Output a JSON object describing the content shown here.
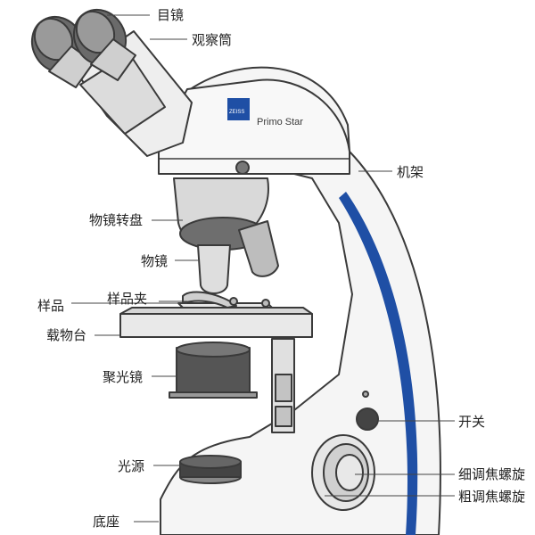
{
  "brand": {
    "logo_text": "ZEISS",
    "model": "Primo Star"
  },
  "labels": {
    "eyepiece": "目镜",
    "tube": "观察筒",
    "frame": "机架",
    "nosepiece": "物镜转盘",
    "objective": "物镜",
    "specimen": "样品",
    "clip": "样品夹",
    "stage": "载物台",
    "condenser": "聚光镜",
    "switch": "开关",
    "fine_focus": "细调焦螺旋",
    "coarse_focus": "粗调焦螺旋",
    "light": "光源",
    "base": "底座"
  },
  "colors": {
    "accent_stripe": "#1f4fa5",
    "outline": "#3a3a3a",
    "body": "#f4f4f4",
    "shade": "#c9c9c9",
    "dark": "#555555"
  }
}
